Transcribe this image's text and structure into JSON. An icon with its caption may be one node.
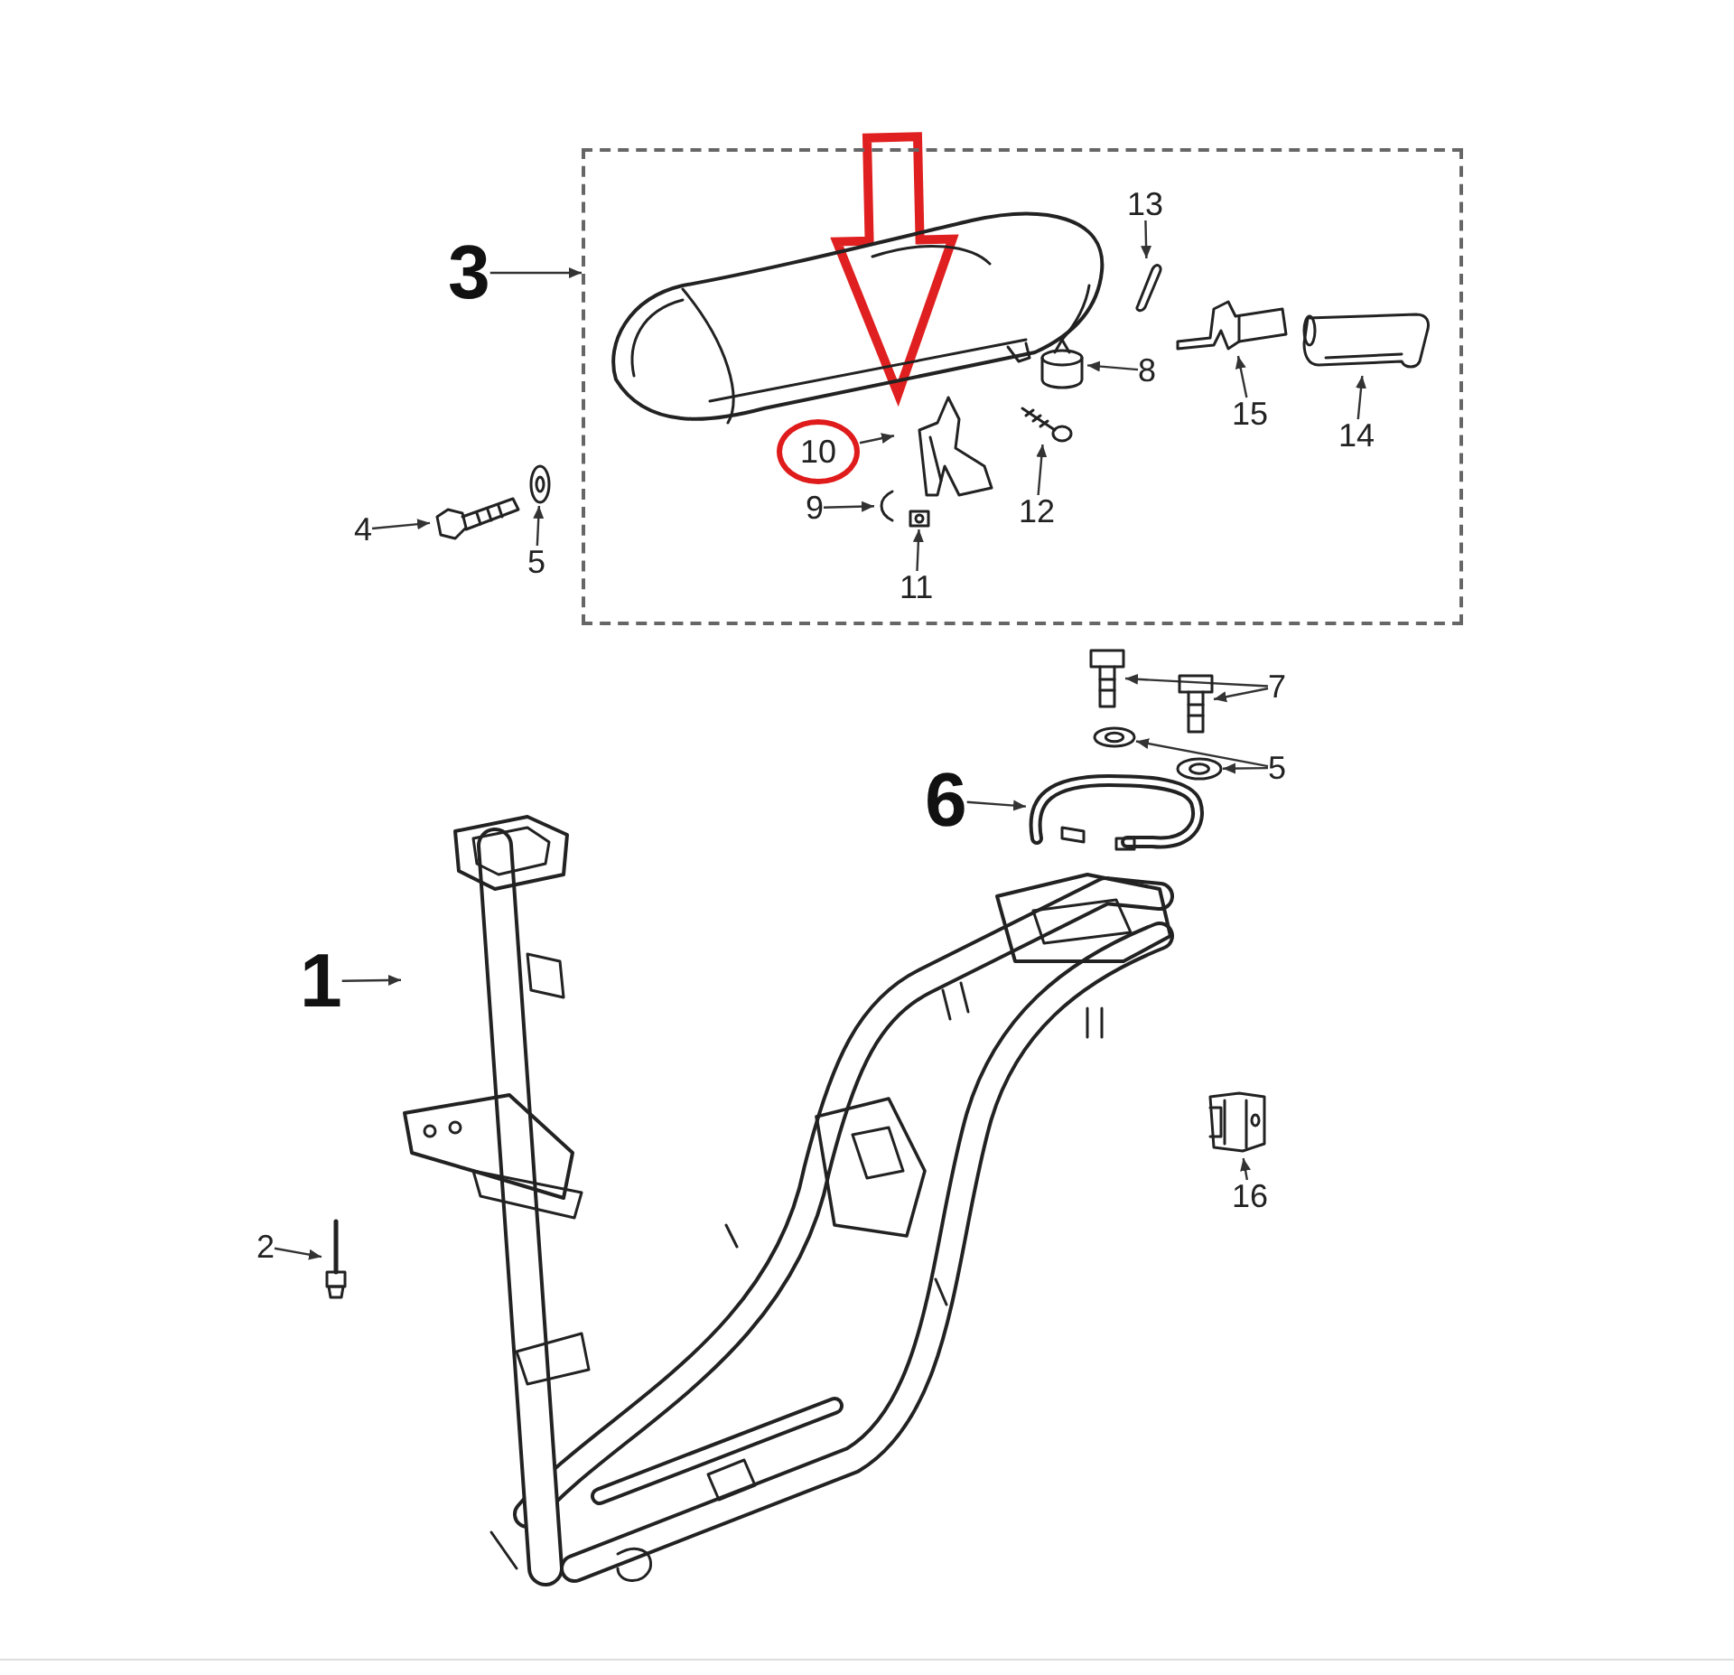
{
  "diagram": {
    "nodes": [
      {
        "text": [],
        "shape": "box"
      },
      {
        "text": [],
        "shape": "picture",
        "in": 0
      },
      {
        "text": [
          "3"
        ]
      },
      {
        "text": [
          "13"
        ],
        "in": 0
      },
      {
        "text": [],
        "shape": "picture",
        "in": 0
      },
      {
        "text": [
          "8"
        ],
        "in": 0
      },
      {
        "text": [],
        "shape": "picture",
        "in": 0
      },
      {
        "text": [
          "15"
        ],
        "in": 0
      },
      {
        "text": [],
        "shape": "picture",
        "in": 0
      },
      {
        "text": [
          "14"
        ],
        "in": 0
      },
      {
        "text": [],
        "shape": "picture",
        "in": 0
      },
      {
        "text": [
          "10"
        ],
        "in": 0
      },
      {
        "text": [],
        "shape": "picture",
        "in": 0
      },
      {
        "text": [
          "9"
        ],
        "in": 0
      },
      {
        "text": [],
        "shape": "picture",
        "in": 0
      },
      {
        "text": [
          "11"
        ],
        "in": 0
      },
      {
        "text": [],
        "shape": "picture",
        "in": 0
      },
      {
        "text": [
          "12"
        ],
        "in": 0
      },
      {
        "text": [],
        "shape": "picture",
        "in": 0
      },
      {
        "text": [
          "4"
        ]
      },
      {
        "text": [],
        "shape": "picture"
      },
      {
        "text": [
          "5"
        ]
      },
      {
        "text": [],
        "shape": "picture"
      },
      {
        "text": [
          "7"
        ]
      },
      {
        "text": [],
        "shape": "picture"
      },
      {
        "text": [],
        "shape": "picture"
      },
      {
        "text": [
          "5"
        ]
      },
      {
        "text": [],
        "shape": "picture"
      },
      {
        "text": [],
        "shape": "picture"
      },
      {
        "text": [
          "6"
        ]
      },
      {
        "text": [],
        "shape": "picture"
      },
      {
        "text": [
          "1"
        ]
      },
      {
        "text": [],
        "shape": "picture"
      },
      {
        "text": [
          "2"
        ]
      },
      {
        "text": [],
        "shape": "picture"
      },
      {
        "text": [
          "16"
        ]
      },
      {
        "text": [],
        "shape": "picture"
      }
    ],
    "edges": [
      {
        "from": 2,
        "to": 0,
        "arrow": "to"
      },
      {
        "from": 3,
        "to": 4,
        "arrow": "to"
      },
      {
        "from": 5,
        "to": 6,
        "arrow": "to"
      },
      {
        "from": 7,
        "to": 8,
        "arrow": "to"
      },
      {
        "from": 9,
        "to": 10,
        "arrow": "to"
      },
      {
        "from": 11,
        "to": 12,
        "arrow": "to"
      },
      {
        "from": 13,
        "to": 14,
        "arrow": "to"
      },
      {
        "from": 15,
        "to": 16,
        "arrow": "to"
      },
      {
        "from": 17,
        "to": 18,
        "arrow": "to"
      },
      {
        "from": 19,
        "to": 20,
        "arrow": "to"
      },
      {
        "from": 21,
        "to": 22,
        "arrow": "to"
      },
      {
        "from": 23,
        "to": 24,
        "arrow": "to"
      },
      {
        "from": 23,
        "to": 25,
        "arrow": "to"
      },
      {
        "from": 26,
        "to": 27,
        "arrow": "to"
      },
      {
        "from": 26,
        "to": 28,
        "arrow": "to"
      },
      {
        "from": 29,
        "to": 30,
        "arrow": "to"
      },
      {
        "from": 31,
        "to": 32,
        "arrow": "to"
      },
      {
        "from": 33,
        "to": 34,
        "arrow": "to"
      },
      {
        "from": 35,
        "to": 36,
        "arrow": "to"
      },
      {
        "from": null,
        "to": 12,
        "arrow": "to",
        "style": "thick",
        "color": "#e02020"
      }
    ]
  }
}
